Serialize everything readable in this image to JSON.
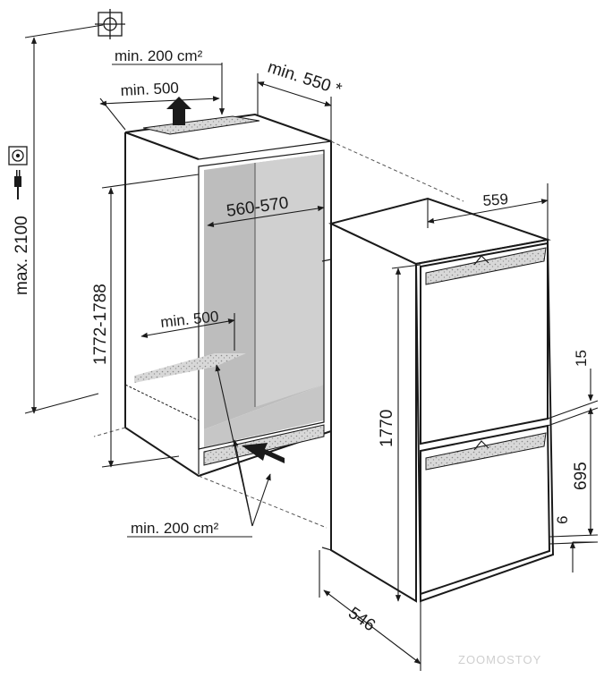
{
  "labels": {
    "vent_top_area": "min. 200 cm²",
    "niche_top_depth": "min. 500",
    "niche_depth": "min. 550 *",
    "niche_width": "560-570",
    "niche_height": "1772-1788",
    "max_height": "max. 2100",
    "niche_bottom_depth": "min. 500",
    "vent_bottom_area": "min. 200 cm²",
    "appliance_width": "559",
    "appliance_height": "1770",
    "gap_top": "15",
    "door_height": "695",
    "gap_bottom": "6",
    "appliance_depth": "546"
  },
  "icons": {
    "socket": "socket-icon",
    "plug": "plug-icon",
    "ground": "ground-symbol-icon"
  },
  "watermark": "ZOOMOSTOY"
}
